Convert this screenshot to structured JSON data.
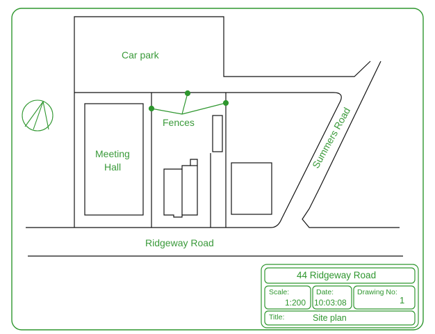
{
  "plan": {
    "car_park": "Car park",
    "fences": "Fences",
    "meeting_hall_line1": "Meeting",
    "meeting_hall_line2": "Hall",
    "summers_road": "Summers Road",
    "ridgeway_road": "Ridgeway Road",
    "north_arrow_icon": "north-arrow-icon"
  },
  "title_block": {
    "address": "44 Ridgeway Road",
    "scale_label": "Scale:",
    "scale_value": "1:200",
    "date_label": "Date:",
    "date_value": "10:03:08",
    "drawing_no_label": "Drawing No:",
    "drawing_no_value": "1",
    "title_label": "Title:",
    "title_value": "Site plan"
  },
  "colors": {
    "frame_green": "#2e962e",
    "label_green": "#3a9a3a",
    "ink": "#111111"
  }
}
